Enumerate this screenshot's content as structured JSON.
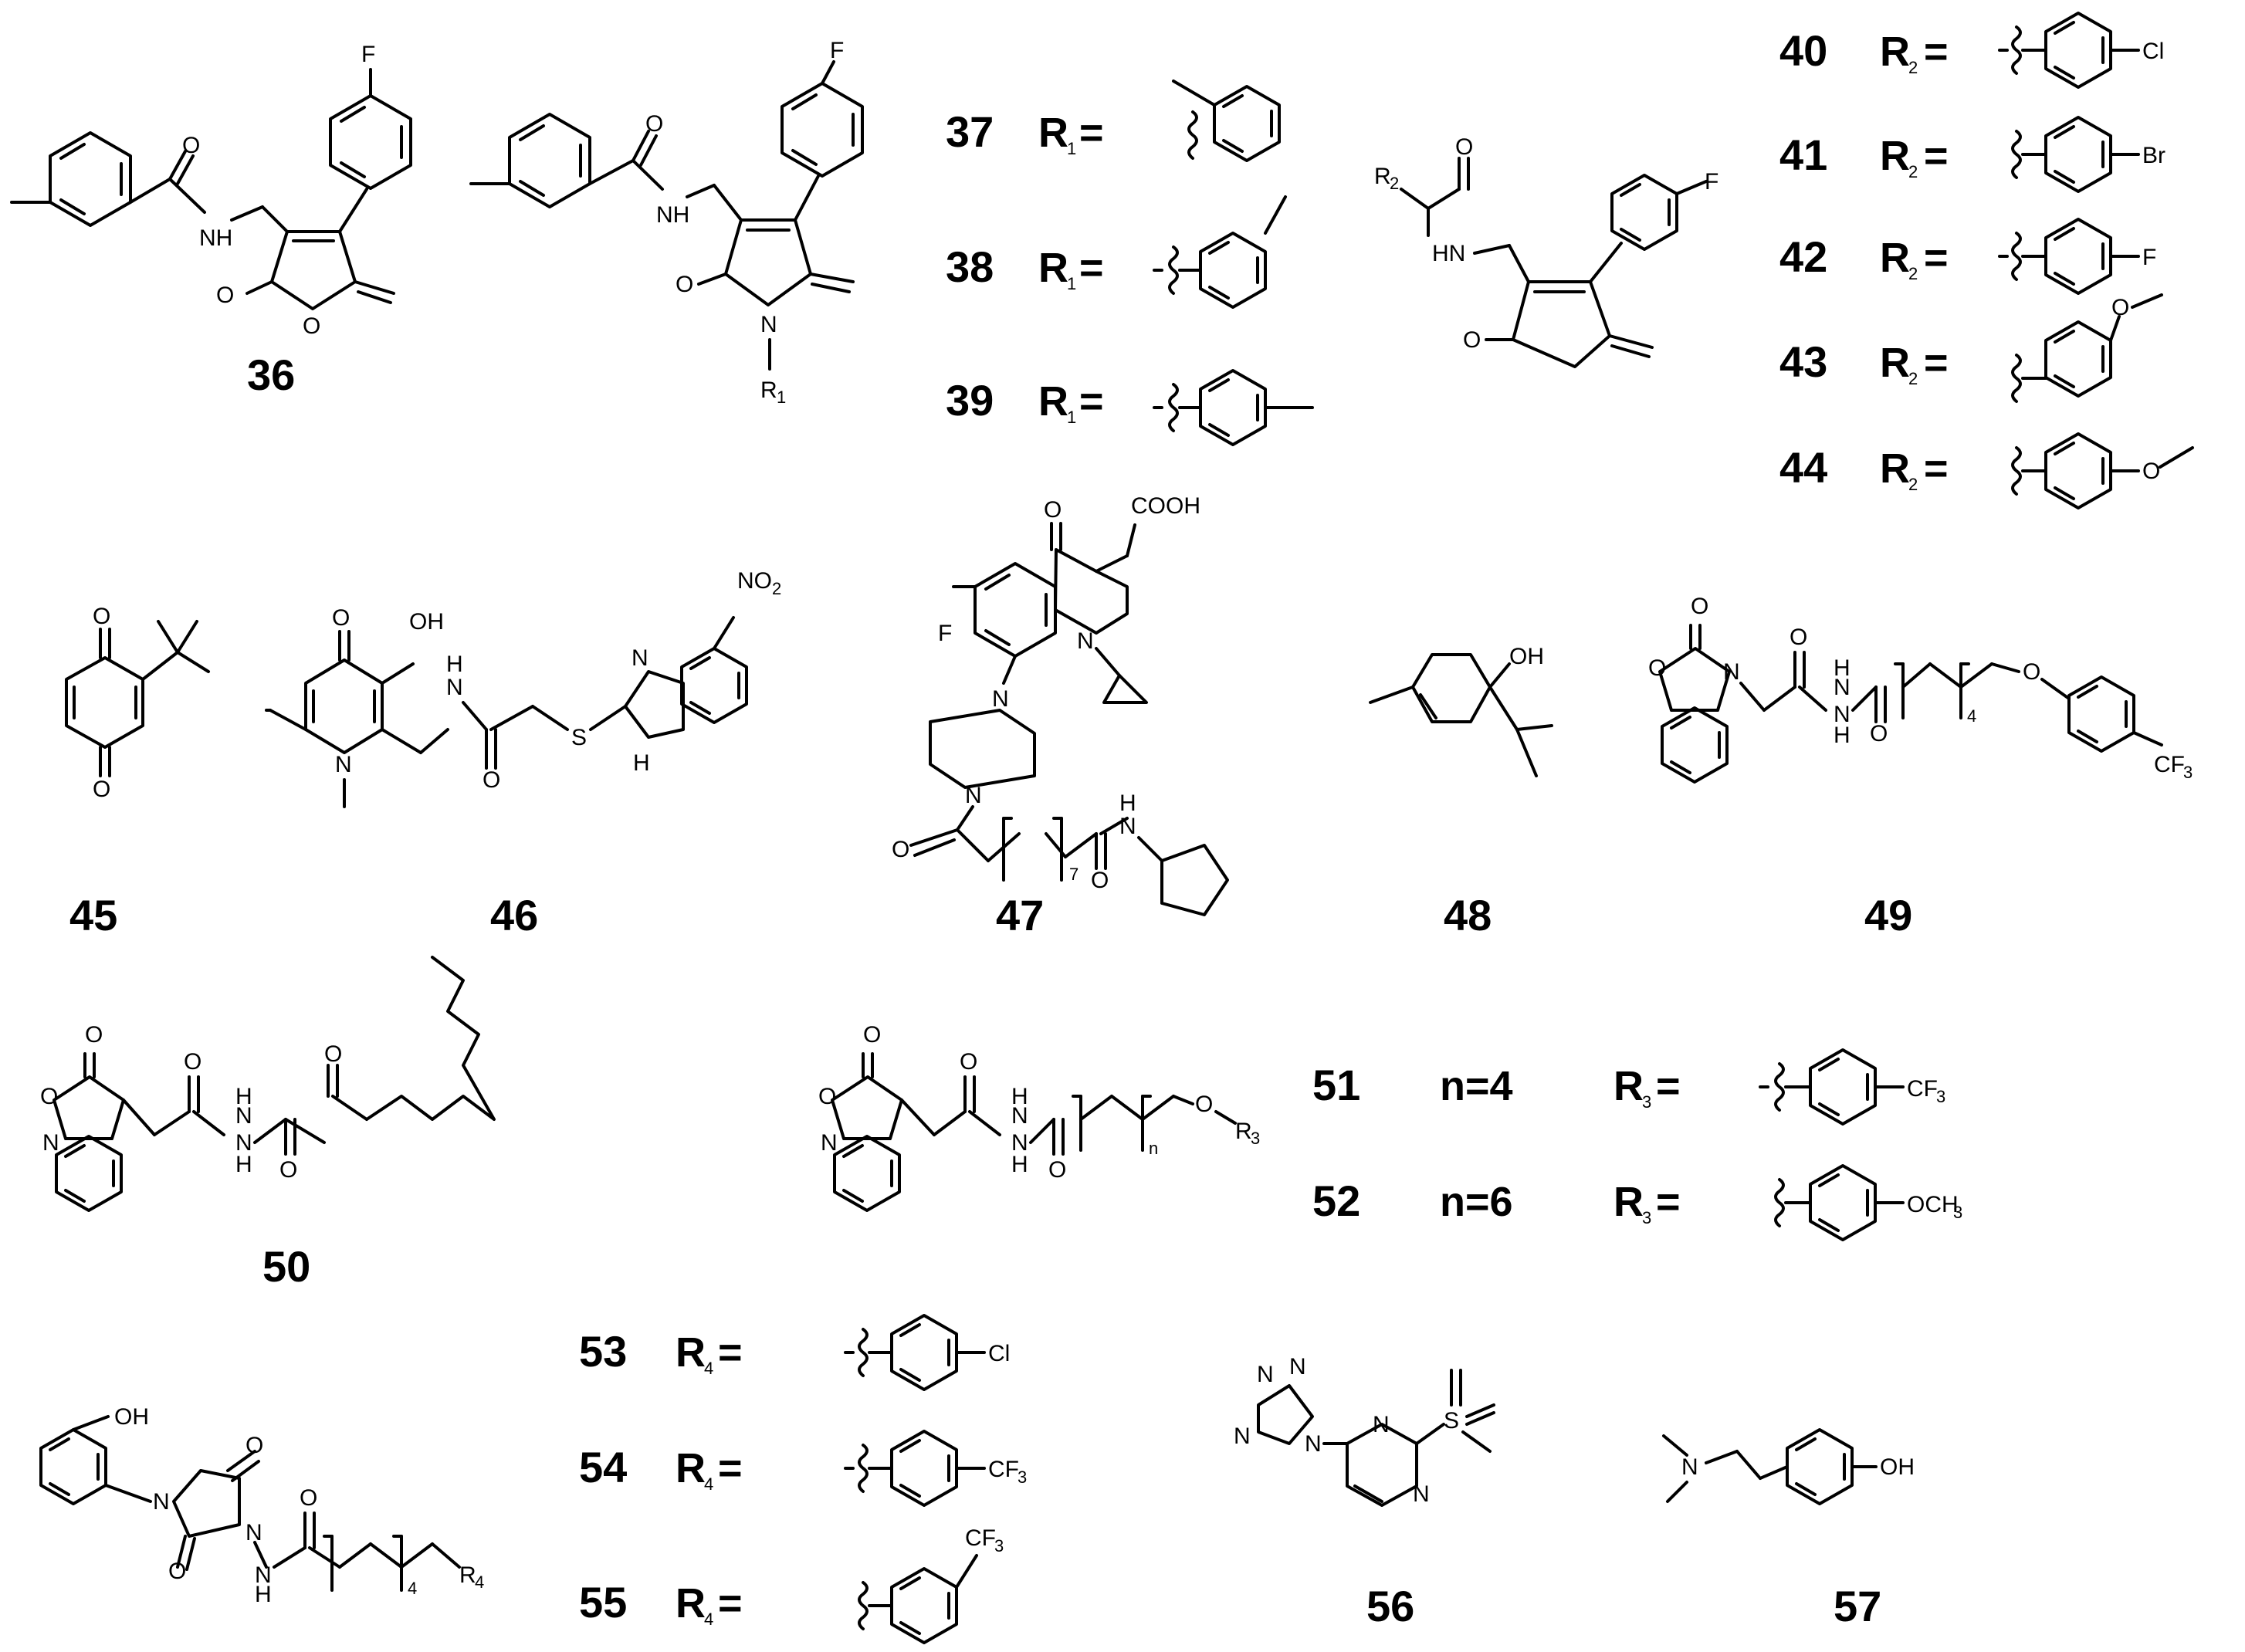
{
  "compounds": {
    "c36": "36",
    "c37": "37",
    "c38": "38",
    "c39": "39",
    "c40": "40",
    "c41": "41",
    "c42": "42",
    "c43": "43",
    "c44": "44",
    "c45": "45",
    "c46": "46",
    "c47": "47",
    "c48": "48",
    "c49": "49",
    "c50": "50",
    "c51": "51",
    "c52": "52",
    "c53": "53",
    "c54": "54",
    "c55": "55",
    "c56": "56",
    "c57": "57"
  },
  "substituents": {
    "r1": "R",
    "r1_sub": "1",
    "r2": "R",
    "r2_sub": "2",
    "r3": "R",
    "r3_sub": "3",
    "r4": "R",
    "r4_sub": "4",
    "eq": "=",
    "n4": "n=4",
    "n6": "n=6"
  },
  "atoms": {
    "F": "F",
    "Cl": "Cl",
    "Br": "Br",
    "O": "O",
    "N": "N",
    "S": "S",
    "NH": "NH",
    "HN": "HN",
    "H": "H",
    "OH": "OH",
    "COOH": "COOH",
    "NO2": "NO",
    "NO2_sub": "2",
    "CF3": "CF",
    "CF3_sub": "3",
    "OCH3": "OCH",
    "OCH3_sub": "3",
    "n": "n",
    "seven": "7",
    "four": "4"
  }
}
